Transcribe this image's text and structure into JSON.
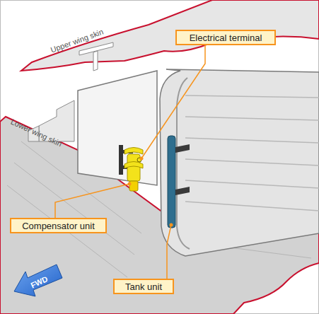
{
  "diagram": {
    "nodes": [
      {
        "text": [
          "Electrical terminal"
        ]
      },
      {
        "text": [
          "Compensator unit"
        ]
      },
      {
        "text": [
          "Tank unit"
        ]
      }
    ],
    "labels": [
      "Upper wing skin",
      "Lower wing skin",
      "FWD"
    ]
  }
}
